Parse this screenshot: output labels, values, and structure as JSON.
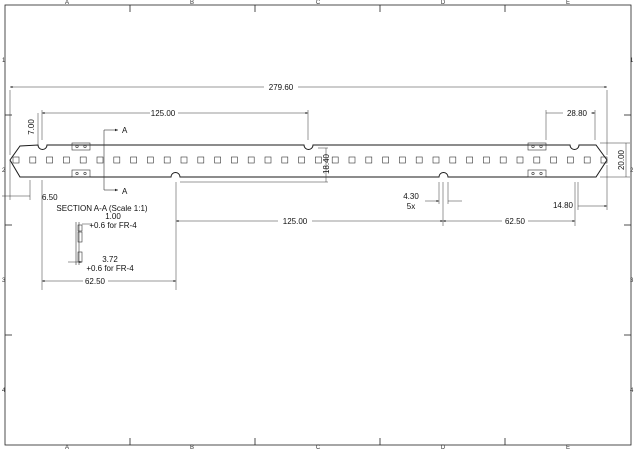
{
  "border": {
    "cols": [
      "A",
      "B",
      "C",
      "D",
      "E"
    ],
    "rows": [
      "1",
      "2",
      "3",
      "4"
    ]
  },
  "dimensions": {
    "overall_length": "279.60",
    "left_offset": "7.00",
    "top_hole_spacing": "125.00",
    "right_offset": "28.80",
    "height": "20.00",
    "inner_height": "18.40",
    "left_tip": "6.50",
    "slot_width": "4.30",
    "slot_count": "5x",
    "bottom_spacing": "125.00",
    "bottom_right_spacing": "62.50",
    "right_tip": "14.80",
    "section_spacing": "62.50"
  },
  "section": {
    "title": "SECTION A-A (Scale 1:1)",
    "marker": "A",
    "thickness_1": "1.00",
    "thickness_1_note": "+0.6 for FR-4",
    "thickness_2": "3.72",
    "thickness_2_note": "+0.6 for FR-4"
  }
}
